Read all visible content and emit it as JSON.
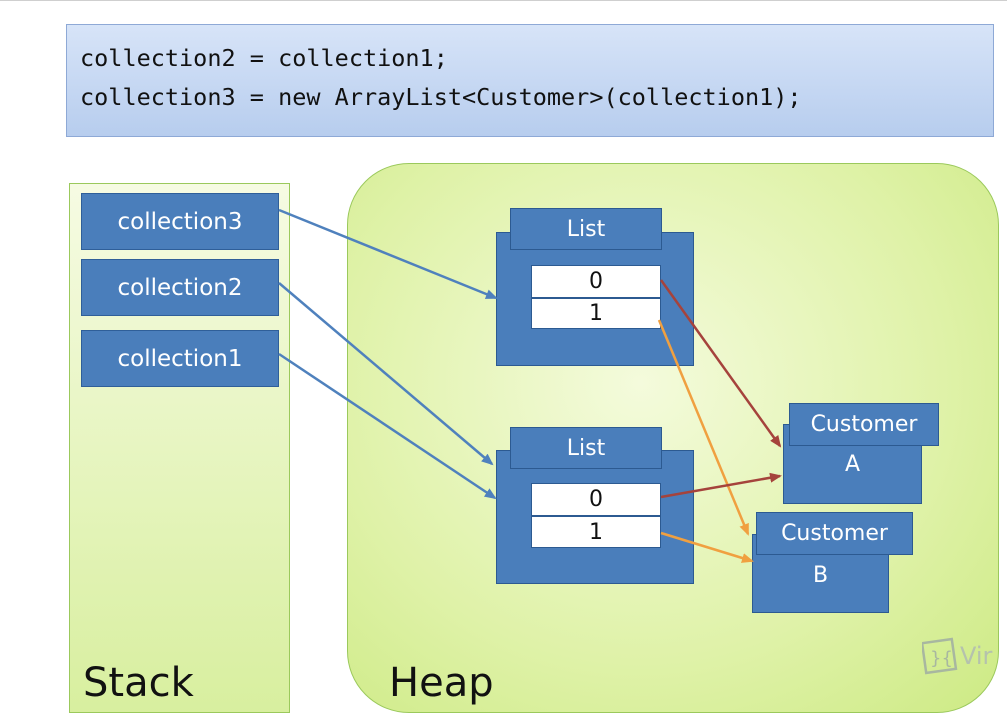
{
  "code": {
    "line1": "collection2 = collection1;",
    "line2": "collection3 = new ArrayList<Customer>(collection1);"
  },
  "stack": {
    "label": "Stack",
    "variables": [
      "collection3",
      "collection2",
      "collection1"
    ]
  },
  "heap": {
    "label": "Heap",
    "list1": {
      "title": "List",
      "slots": [
        "0",
        "1"
      ]
    },
    "list2": {
      "title": "List",
      "slots": [
        "0",
        "1"
      ]
    },
    "customer_a": {
      "title": "Customer",
      "name": "A"
    },
    "customer_b": {
      "title": "Customer",
      "name": "B"
    }
  },
  "watermark": {
    "text": "Vir"
  },
  "colors": {
    "box_blue": "#4a7ebb",
    "stack_arrow": "#4f81bd",
    "slot0_arrow": "#a5433c",
    "slot1_arrow": "#f0a040"
  }
}
